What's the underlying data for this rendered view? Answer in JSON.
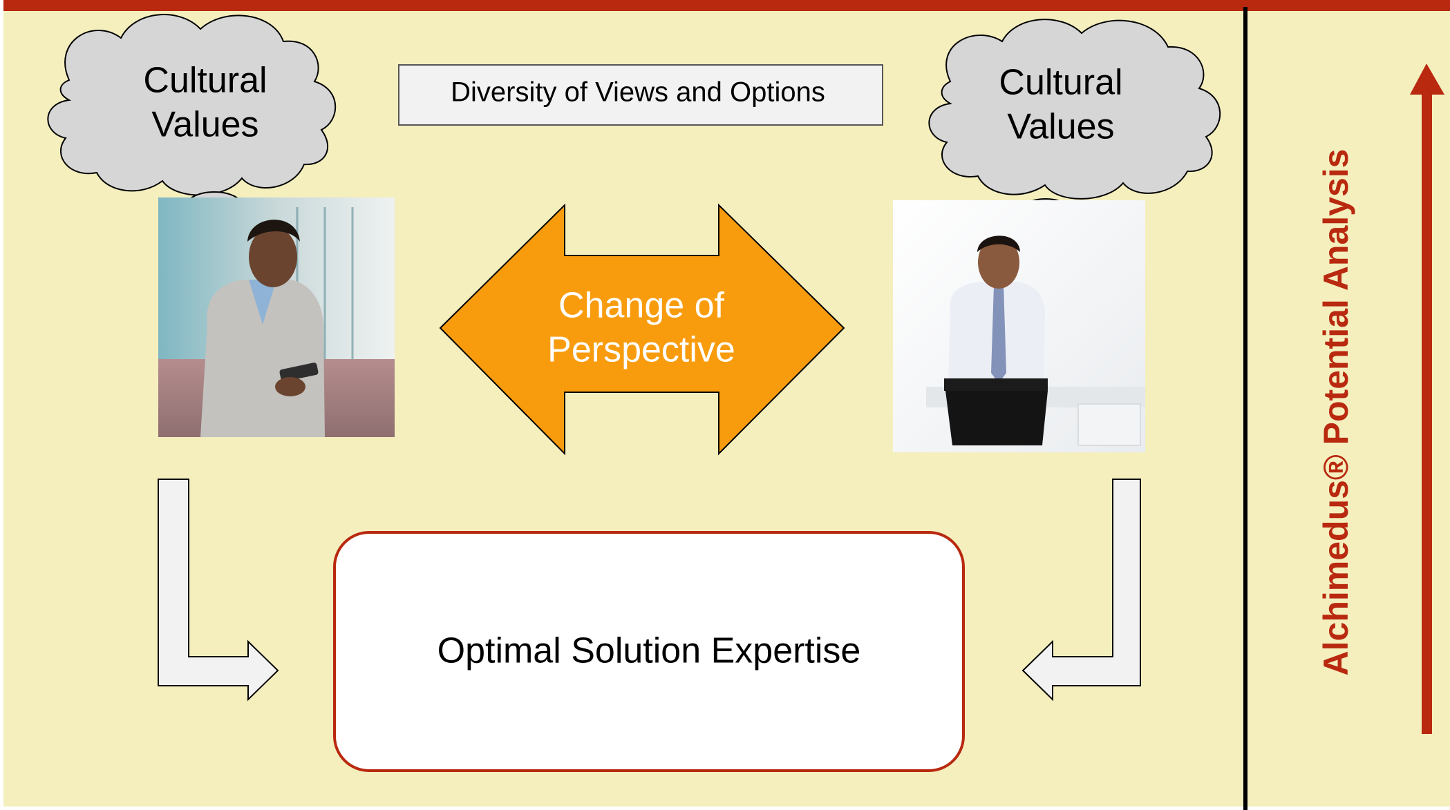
{
  "diagram": {
    "left_thought": {
      "line1": "Cultural",
      "line2": "Values"
    },
    "right_thought": {
      "line1": "Cultural",
      "line2": "Values"
    },
    "top_box": {
      "text": "Diversity of Views and Options"
    },
    "center_arrow": {
      "line1": "Change of",
      "line2": "Perspective"
    },
    "result_box": {
      "text": "Optimal Solution Expertise"
    },
    "side_label": {
      "text": "Alchimedus® Potential Analysis"
    },
    "left_photo": {
      "subject": "businesswoman"
    },
    "right_photo": {
      "subject": "businessman"
    }
  },
  "colors": {
    "background": "#F5EFBE",
    "accent_red": "#B8290F",
    "arrow_orange": "#F89C0E",
    "cloud_gray": "#D6D6D6",
    "box_gray": "#F2F2F2",
    "divider": "#000000"
  },
  "icons": {
    "thought_cloud": "cloud-icon",
    "bent_arrow": "bent-arrow-icon",
    "double_arrow": "double-arrow-icon",
    "up_arrow": "up-arrow-icon"
  }
}
